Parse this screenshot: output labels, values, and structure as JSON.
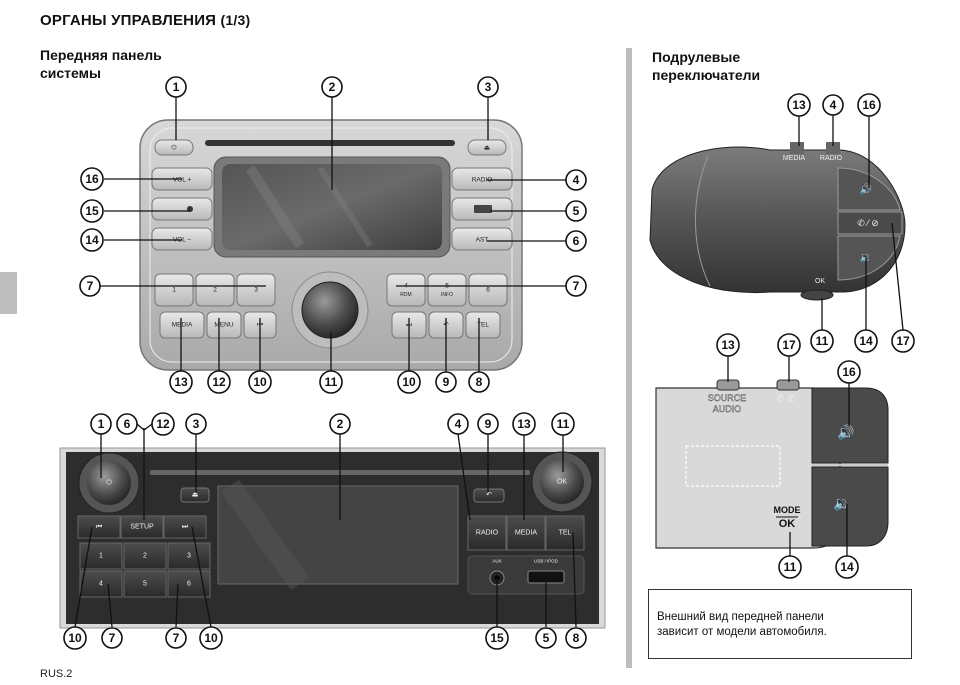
{
  "header": {
    "title": "ОРГАНЫ УПРАВЛЕНИЯ",
    "page": "(1/3)"
  },
  "sections": {
    "front_panel_line1": "Передняя панель",
    "front_panel_line2": "системы",
    "steering_line1": "Подрулевые",
    "steering_line2": "переключатели"
  },
  "note": {
    "line1": "Внешний вид передней панели",
    "line2": "зависит от модели автомобиля."
  },
  "footer": {
    "code": "RUS.2"
  },
  "radio1": {
    "buttons": {
      "vol_plus": "VOL +",
      "vol_minus": "VOL −",
      "radio": "RADIO",
      "ast": "AST",
      "media": "MEDIA",
      "menu": "MENU",
      "tel": "TEL",
      "p1": "1",
      "p2": "2",
      "p3": "3",
      "p4": "4",
      "p4_sub": "RDM",
      "p5": "5",
      "p5_sub": "INFO",
      "p6": "6"
    },
    "callouts": {
      "c1": "1",
      "c2": "2",
      "c3": "3",
      "c4": "4",
      "c5": "5",
      "c6": "6",
      "c7a": "7",
      "c7b": "7",
      "c8": "8",
      "c9": "9",
      "c10a": "10",
      "c10b": "10",
      "c11": "11",
      "c12": "12",
      "c13": "13",
      "c14": "14",
      "c15": "15",
      "c16": "16"
    }
  },
  "radio2": {
    "buttons": {
      "setup": "SETUP",
      "radio": "RADIO",
      "media": "MEDIA",
      "tel": "TEL",
      "ok": "OK",
      "aux": "AUX",
      "usb": "USB / iPOD",
      "p1": "1",
      "p2": "2",
      "p3": "3",
      "p4": "4",
      "p5": "5",
      "p6": "6"
    },
    "callouts": {
      "c1": "1",
      "c6": "6",
      "c12": "12",
      "c3": "3",
      "c2": "2",
      "c4": "4",
      "c9": "9",
      "c13": "13",
      "c11": "11",
      "c10a": "10",
      "c7a": "7",
      "c7b": "7",
      "c10b": "10",
      "c15": "15",
      "c5": "5",
      "c8": "8"
    }
  },
  "stalk1": {
    "labels": {
      "media": "MEDIA",
      "radio": "RADIO",
      "ok": "OK"
    },
    "callouts": {
      "c13": "13",
      "c4": "4",
      "c16": "16",
      "c11": "11",
      "c14": "14",
      "c17": "17"
    }
  },
  "stalk2": {
    "labels": {
      "source1": "SOURCE",
      "source2": "AUDIO",
      "mode": "MODE",
      "ok": "OK"
    },
    "callouts": {
      "c13": "13",
      "c17": "17",
      "c16": "16",
      "c11": "11",
      "c14": "14"
    }
  }
}
